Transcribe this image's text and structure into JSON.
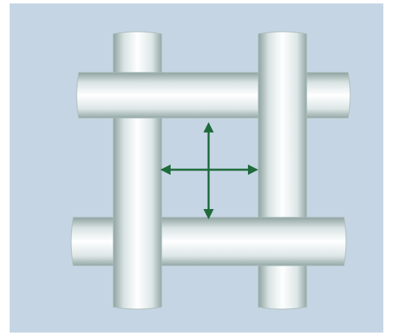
{
  "diagram": {
    "subject": "plain-weave-yarn-crossing",
    "colors": {
      "background": "#c5d5e4",
      "yarn_highlight": "#ffffff",
      "yarn_mid": "#e6eeee",
      "yarn_shadow": "#9fb2b0",
      "arrow": "#1f6b3c"
    },
    "arrows": [
      {
        "name": "vertical-double-arrow",
        "direction": "vertical"
      },
      {
        "name": "horizontal-double-arrow",
        "direction": "horizontal"
      }
    ]
  }
}
